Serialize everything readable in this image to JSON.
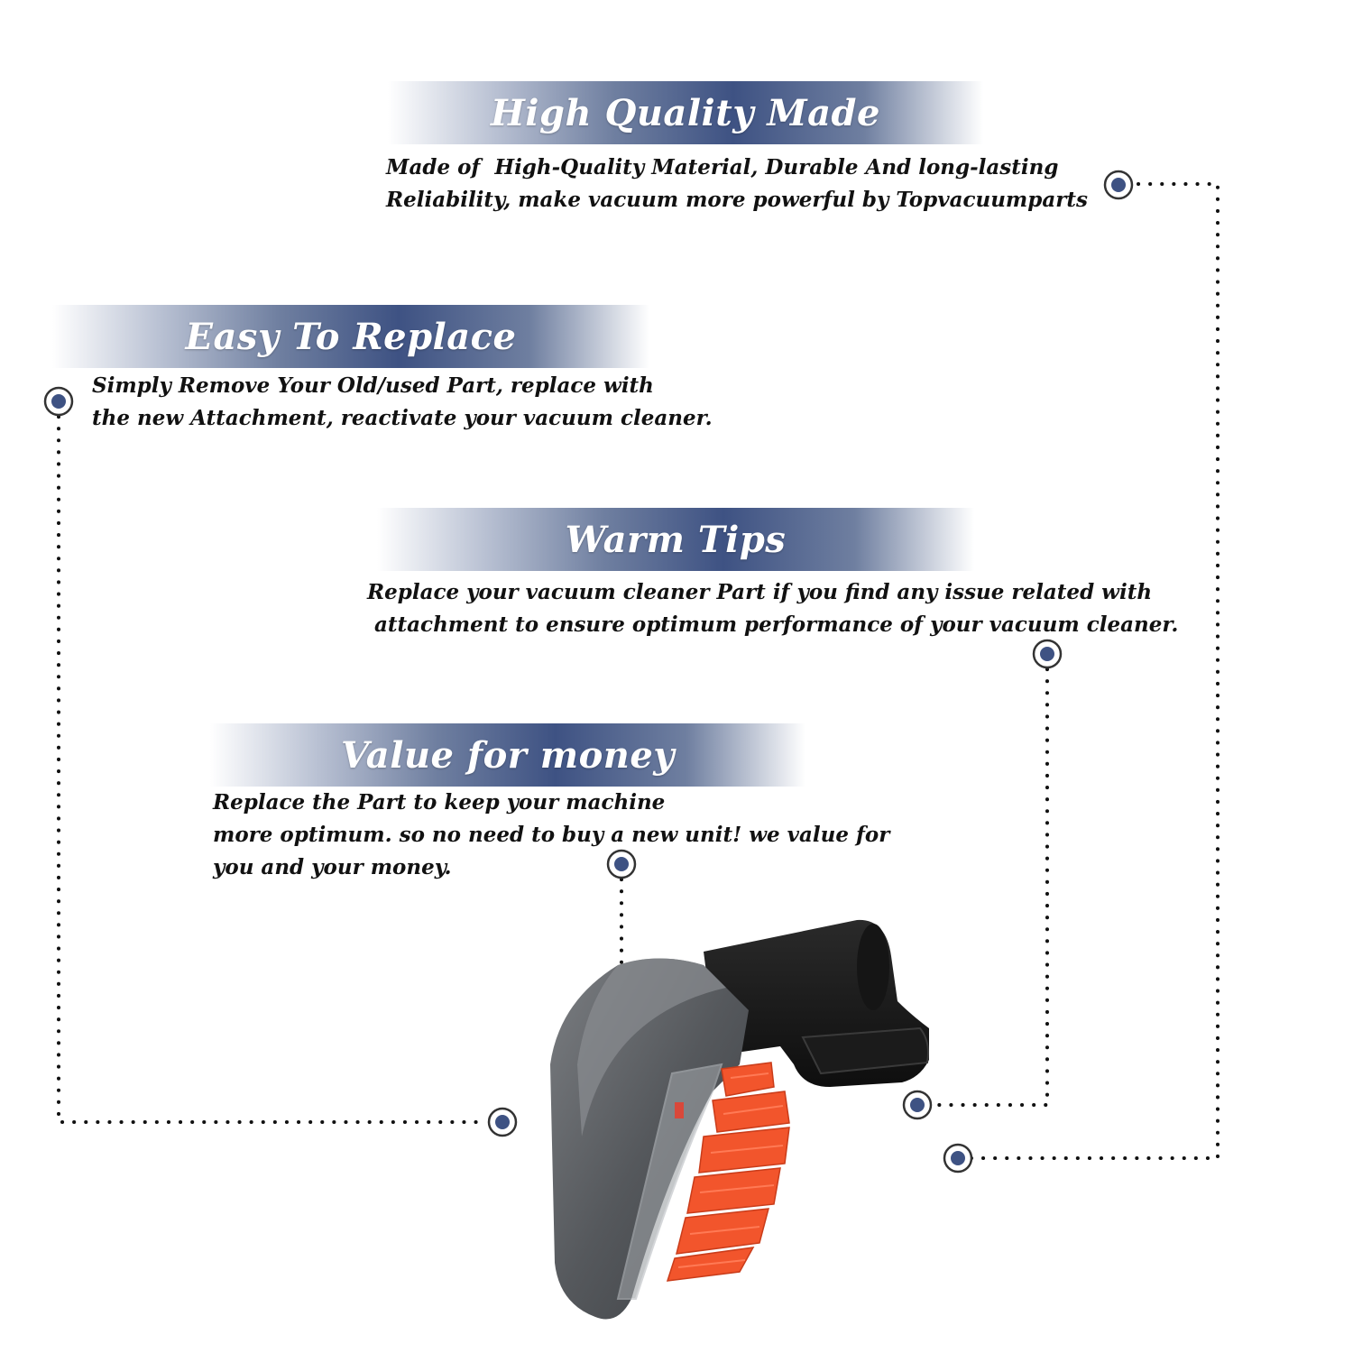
{
  "sections": [
    {
      "title": "High Quality Made",
      "lines": [
        "Made of  High-Quality Material, Durable And long-lasting",
        "Reliability, make vacuum more powerful by Topvacuumparts"
      ]
    },
    {
      "title": "Easy To Replace",
      "lines": [
        "Simply Remove Your Old/used Part, replace with",
        "the new Attachment, reactivate your vacuum cleaner."
      ]
    },
    {
      "title": "Warm Tips",
      "lines": [
        "Replace your vacuum cleaner Part if you find any issue related with",
        " attachment to ensure optimum performance of your vacuum cleaner."
      ]
    },
    {
      "title": "Value for money",
      "lines": [
        "Replace the Part to keep your machine",
        "more optimum. so no need to buy a new unit! we value for",
        "you and your money."
      ]
    }
  ],
  "colors": {
    "banner_accent": "#3e5283",
    "marker": "#3e5283",
    "dots": "#111111",
    "bristles": "#f2552c",
    "body_gray": "#5c5f63"
  },
  "icons": {
    "marker": "marker-circle-icon",
    "product": "vacuum-brush-attachment-image"
  }
}
